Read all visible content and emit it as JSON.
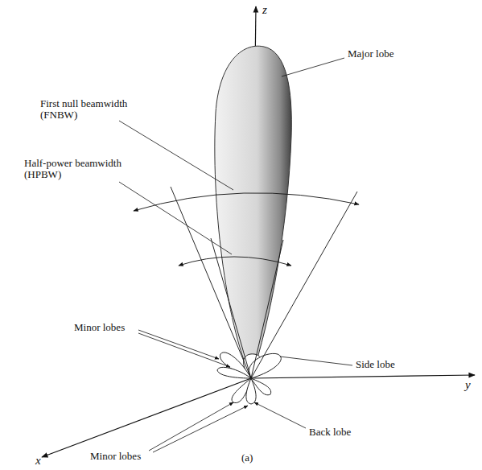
{
  "diagram": {
    "labels": [
      "z",
      "y",
      "x",
      "Major lobe",
      "First null beamwidth (FNBW)",
      "Half-power beamwidth (HPBW)",
      "Minor lobes",
      "Side lobe",
      "Back lobe",
      "Minor lobes",
      "(a)"
    ]
  }
}
